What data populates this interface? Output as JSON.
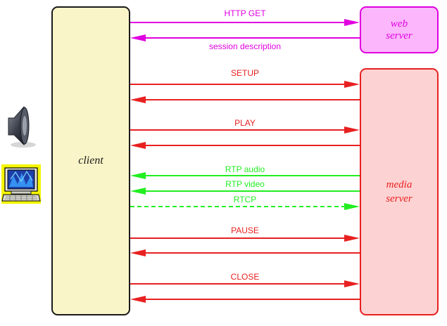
{
  "entities": {
    "client": "client",
    "web_server": [
      "web",
      "server"
    ],
    "media_server": [
      "media",
      "server"
    ]
  },
  "messages": [
    {
      "id": "http-get",
      "label": "HTTP GET",
      "from": "client",
      "to": "web",
      "color": "#e000e0",
      "dashed": false
    },
    {
      "id": "session-description",
      "label": "session description",
      "from": "web",
      "to": "client",
      "color": "#e000e0",
      "dashed": false
    },
    {
      "id": "setup",
      "label": "SETUP",
      "from": "client",
      "to": "media",
      "color": "#e82020",
      "dashed": false
    },
    {
      "id": "setup-reply",
      "label": "",
      "from": "media",
      "to": "client",
      "color": "#e82020",
      "dashed": false
    },
    {
      "id": "play",
      "label": "PLAY",
      "from": "client",
      "to": "media",
      "color": "#e82020",
      "dashed": false
    },
    {
      "id": "play-reply",
      "label": "",
      "from": "media",
      "to": "client",
      "color": "#e82020",
      "dashed": false
    },
    {
      "id": "rtp-audio",
      "label": "RTP audio",
      "from": "media",
      "to": "client",
      "color": "#22ee22",
      "dashed": false
    },
    {
      "id": "rtp-video",
      "label": "RTP video",
      "from": "media",
      "to": "client",
      "color": "#22ee22",
      "dashed": false
    },
    {
      "id": "rtcp",
      "label": "RTCP",
      "from": "client",
      "to": "media",
      "color": "#22ee22",
      "dashed": true
    },
    {
      "id": "pause",
      "label": "PAUSE",
      "from": "client",
      "to": "media",
      "color": "#e82020",
      "dashed": false
    },
    {
      "id": "pause-reply",
      "label": "",
      "from": "media",
      "to": "client",
      "color": "#e82020",
      "dashed": false
    },
    {
      "id": "close",
      "label": "CLOSE",
      "from": "client",
      "to": "media",
      "color": "#e82020",
      "dashed": false
    },
    {
      "id": "close-reply",
      "label": "",
      "from": "media",
      "to": "client",
      "color": "#e82020",
      "dashed": false
    }
  ],
  "icons": [
    "speaker-icon",
    "computer-monitor-icon"
  ]
}
